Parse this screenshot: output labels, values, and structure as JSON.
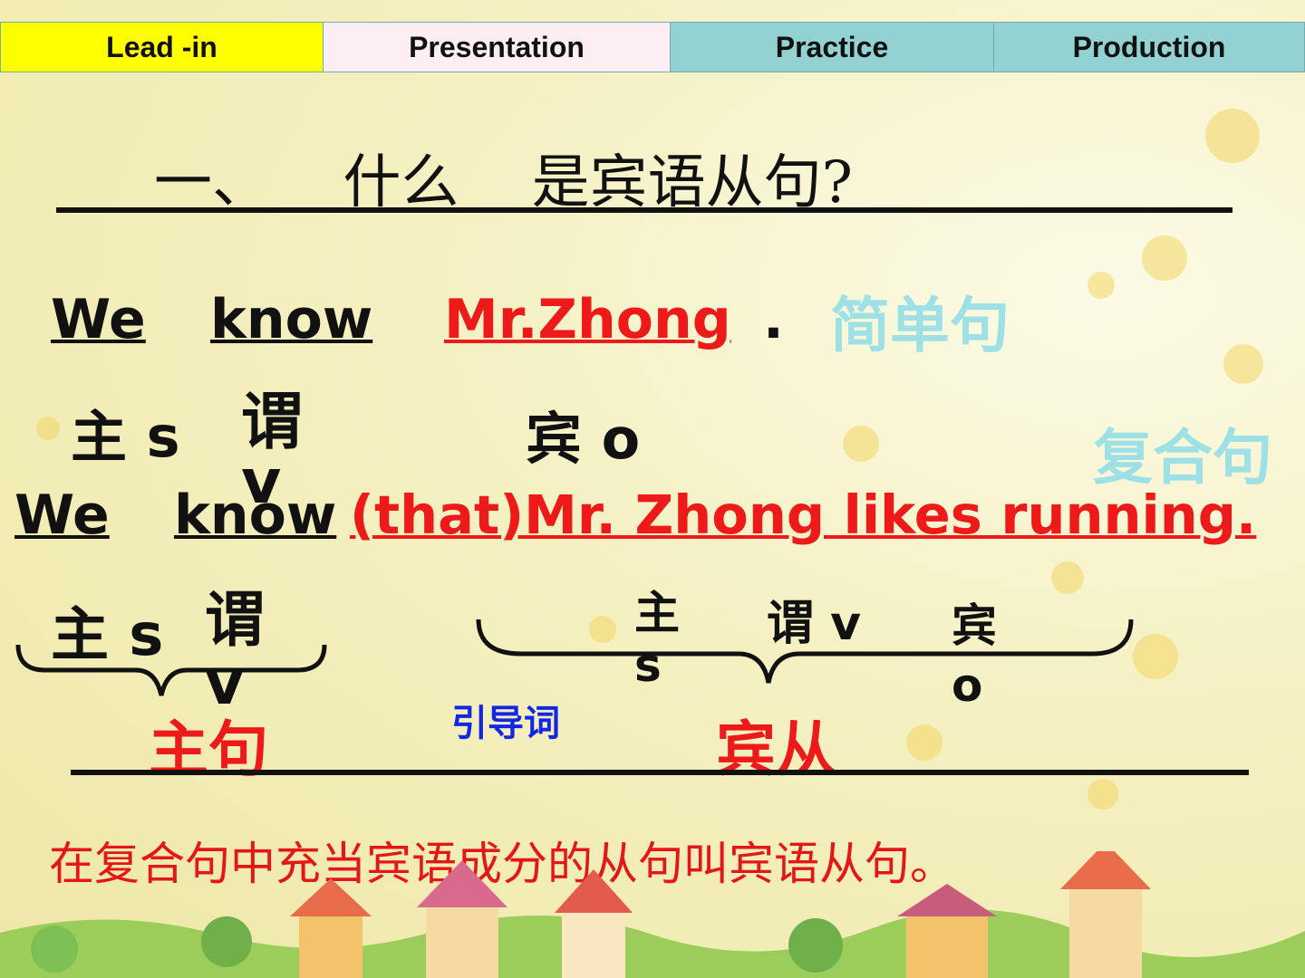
{
  "tabs": [
    {
      "label": "Lead -in",
      "color": "#ffff00"
    },
    {
      "label": "Presentation",
      "color": "#fdeef4"
    },
    {
      "label": "Practice",
      "color": "#92d2d2"
    },
    {
      "label": "Production",
      "color": "#92d2d2"
    }
  ],
  "title": "一、 什么 是宾语从句?",
  "simple_sentence": {
    "we": "We",
    "know": "know",
    "object": "Mr.Zhong",
    "period": ".",
    "type_label": "简单句",
    "subject_label": "主 s",
    "verb_label": "谓 v",
    "object_label": "宾 o"
  },
  "complex_sentence": {
    "we": "We",
    "know": "know",
    "clause": "(that)Mr. Zhong likes running.",
    "type_label": "复合句",
    "subject_label": "主 s",
    "verb_label": "谓 v",
    "clause_subject_label": "主 s",
    "clause_verb_label": "谓 v",
    "clause_object_label": "宾 o",
    "main_clause_label": "主句",
    "connector_label": "引导词",
    "object_clause_label": "宾从"
  },
  "definition": "在复合句中充当宾语成分的从句叫宾语从句。"
}
